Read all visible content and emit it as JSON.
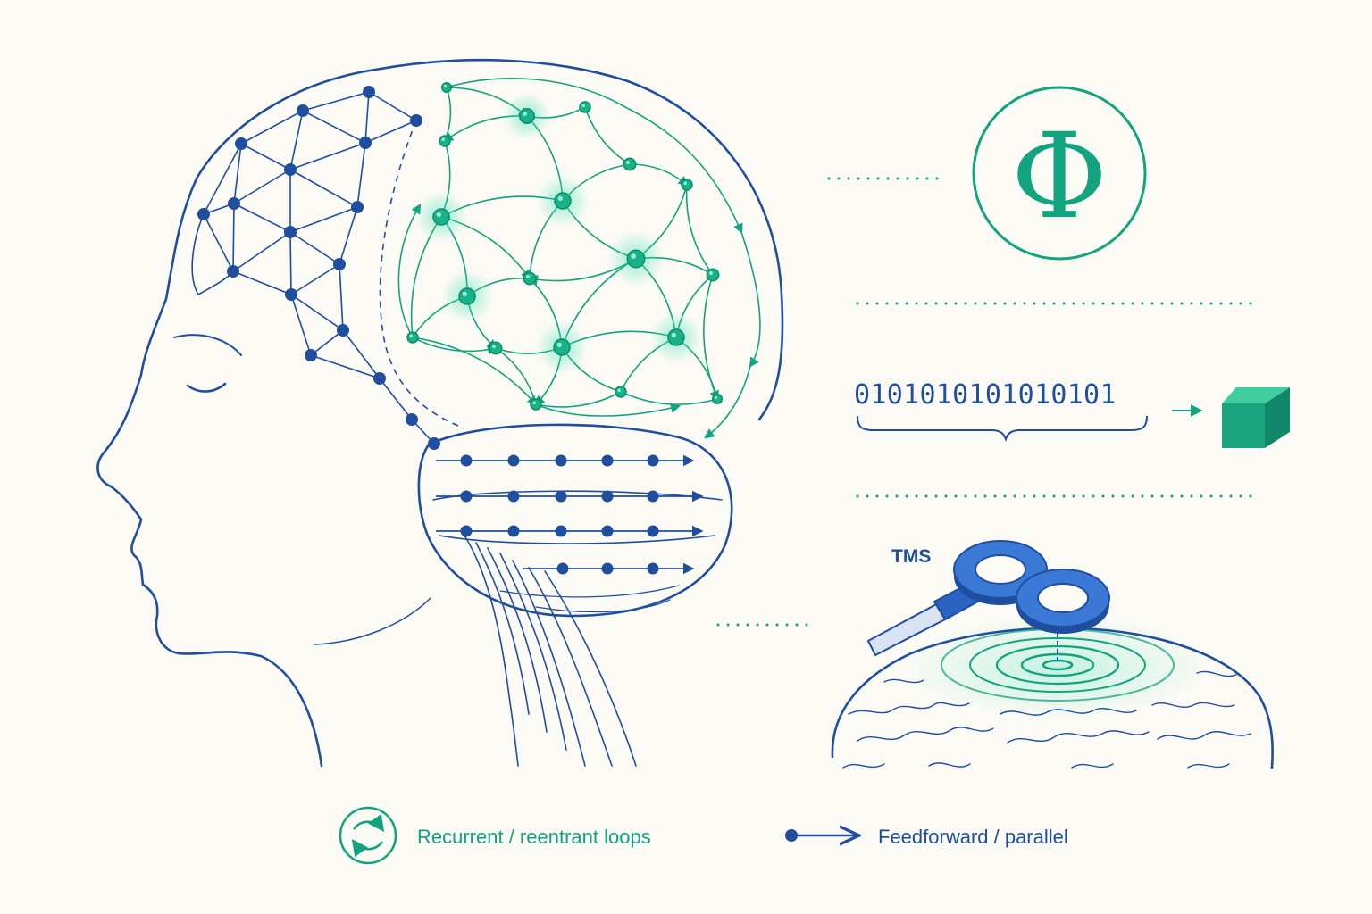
{
  "colors": {
    "background": "#fbfaf5",
    "blue": "#1f4e9e",
    "blue_light": "#3a6fc4",
    "green": "#12a37f",
    "green_glow": "#43e0b2",
    "green_cube": "#1aa57f"
  },
  "icons": {
    "phi": "phi-symbol-icon",
    "cube": "cube-icon",
    "tms_coil": "tms-coil-icon",
    "recurrent": "recurrent-loop-icon",
    "feedforward": "feedforward-arrow-icon"
  },
  "panels": {
    "phi_symbol": "Φ",
    "binary_string": "0101010101010101",
    "tms_label": "TMS"
  },
  "legend": {
    "recurrent_label": "Recurrent / reentrant loops",
    "feedforward_label": "Feedforward / parallel"
  }
}
